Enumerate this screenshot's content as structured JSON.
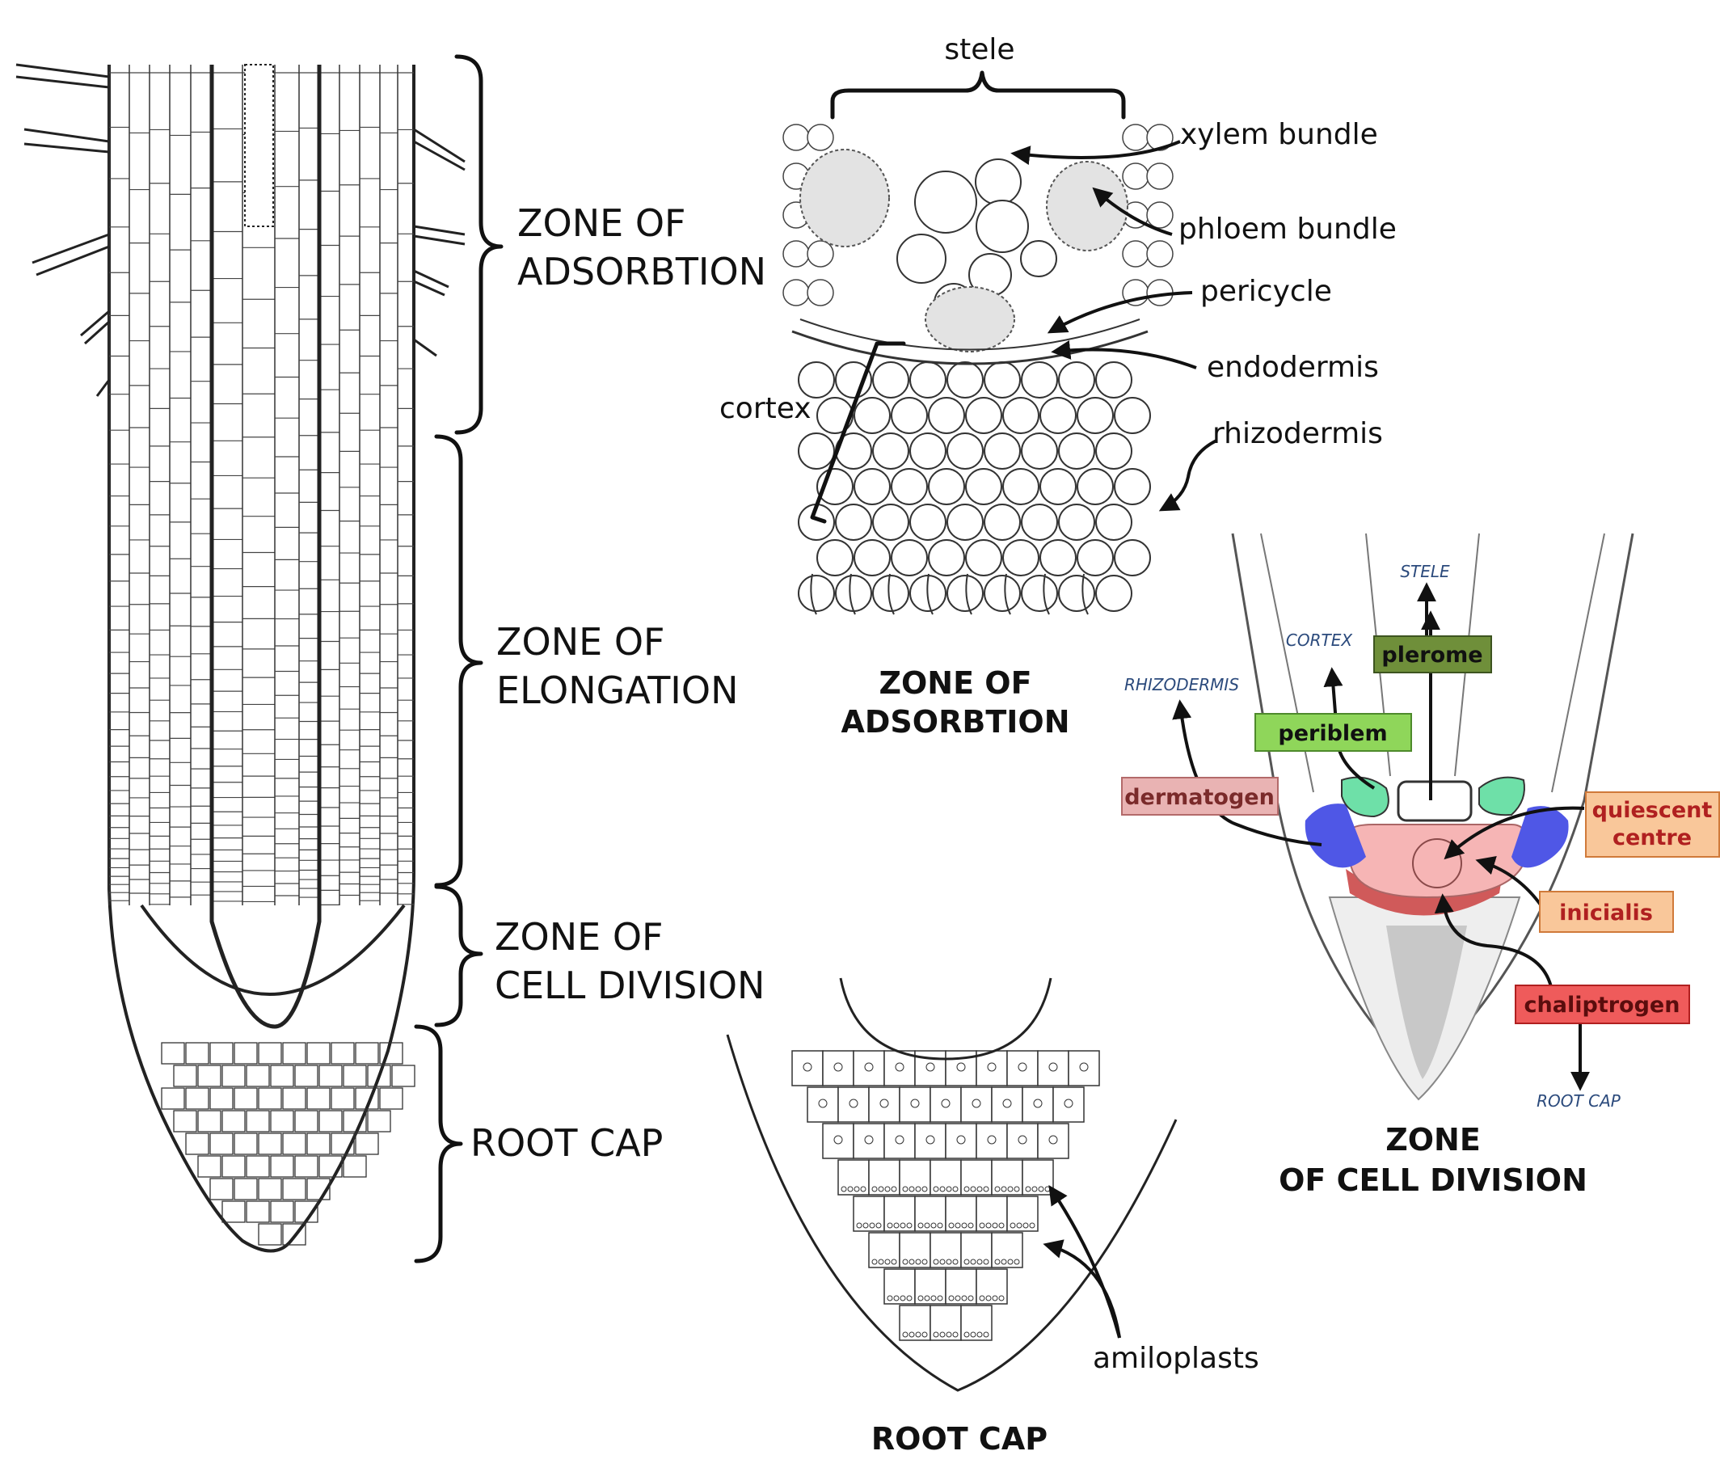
{
  "root_zones": {
    "absorption": [
      "ZONE OF",
      "ADSORBTION"
    ],
    "elongation": [
      "ZONE OF",
      "ELONGATION"
    ],
    "division": [
      "ZONE OF",
      "CELL DIVISION"
    ],
    "root_cap": [
      "ROOT CAP"
    ]
  },
  "cross_section": {
    "stele": "stele",
    "xylem": "xylem bundle",
    "phloem": "phloem bundle",
    "pericycle": "pericycle",
    "endodermis": "endodermis",
    "rhizodermis": "rhizodermis",
    "cortex": "cortex",
    "title": [
      "ZONE OF",
      "ADSORBTION"
    ]
  },
  "root_cap_panel": {
    "amiloplasts": "amiloplasts",
    "title": "ROOT CAP"
  },
  "meristem": {
    "stele_tag": "STELE",
    "cortex_tag": "CORTEX",
    "rhizodermis_tag": "RHIZODERMIS",
    "root_cap_tag": "ROOT CAP",
    "plerome": "plerome",
    "periblem": "periblem",
    "dermatogen": "dermatogen",
    "quiescent": [
      "quiescent",
      "centre"
    ],
    "inicialis": "inicialis",
    "chaliptrogen": "chaliptrogen",
    "title": [
      "ZONE",
      "OF CELL DIVISION"
    ],
    "colors": {
      "plerome": "#6f8f3a",
      "periblem": "#8fd65a",
      "dermatogen": "#e9b3b3",
      "quiescent": "#f9c79a",
      "inicialis": "#f9c79a",
      "chaliptrogen": "#ef5b5b",
      "periblem_cells": "#6ee0a8",
      "dermatogen_cells": "#4f57e6",
      "quiescent_zone": "#f6b5b5",
      "inicialis_band": "#d05a5a",
      "cap_fill": "#cfcfcf"
    }
  }
}
